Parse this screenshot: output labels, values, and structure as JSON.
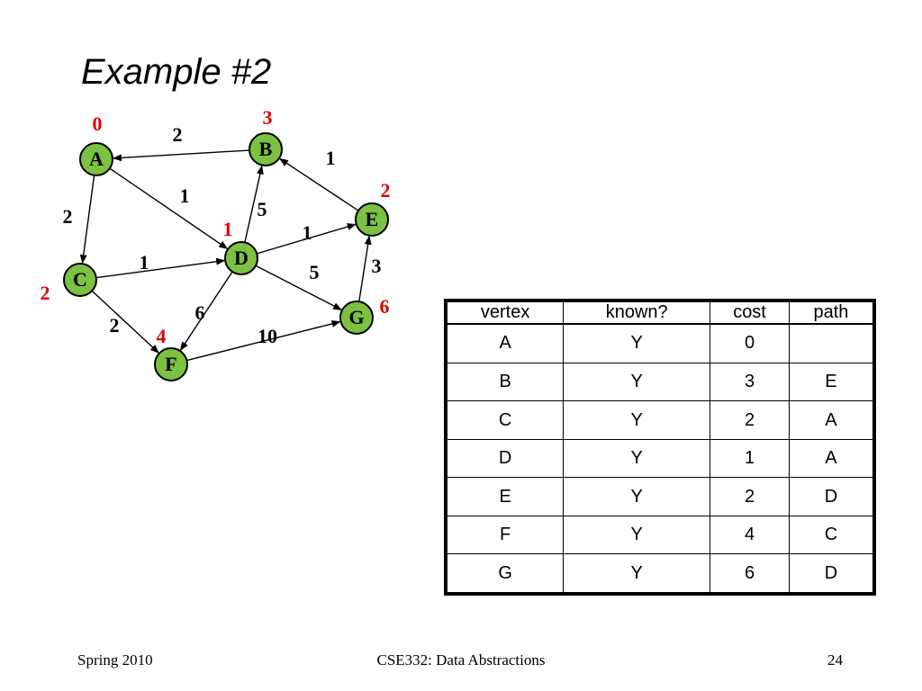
{
  "title": "Example #2",
  "colors": {
    "node_fill": "#7cc142",
    "cost_label": "#e00000",
    "edge": "#000000"
  },
  "graph": {
    "nodes": [
      {
        "id": "A",
        "label": "A",
        "cost": "0"
      },
      {
        "id": "B",
        "label": "B",
        "cost": "3"
      },
      {
        "id": "C",
        "label": "C",
        "cost": "2"
      },
      {
        "id": "D",
        "label": "D",
        "cost": "1"
      },
      {
        "id": "E",
        "label": "E",
        "cost": "2"
      },
      {
        "id": "F",
        "label": "F",
        "cost": "4"
      },
      {
        "id": "G",
        "label": "G",
        "cost": "6"
      }
    ],
    "edges": [
      {
        "from": "B",
        "to": "A",
        "weight": "2"
      },
      {
        "from": "A",
        "to": "C",
        "weight": "2"
      },
      {
        "from": "A",
        "to": "D",
        "weight": "1"
      },
      {
        "from": "D",
        "to": "B",
        "weight": "5"
      },
      {
        "from": "E",
        "to": "B",
        "weight": "1"
      },
      {
        "from": "C",
        "to": "D",
        "weight": "1"
      },
      {
        "from": "D",
        "to": "E",
        "weight": "1"
      },
      {
        "from": "D",
        "to": "G",
        "weight": "5"
      },
      {
        "from": "G",
        "to": "E",
        "weight": "3"
      },
      {
        "from": "C",
        "to": "F",
        "weight": "2"
      },
      {
        "from": "D",
        "to": "F",
        "weight": "6"
      },
      {
        "from": "F",
        "to": "G",
        "weight": "10"
      }
    ]
  },
  "table": {
    "headers": [
      "vertex",
      "known?",
      "cost",
      "path"
    ],
    "rows": [
      [
        "A",
        "Y",
        "0",
        ""
      ],
      [
        "B",
        "Y",
        "3",
        "E"
      ],
      [
        "C",
        "Y",
        "2",
        "A"
      ],
      [
        "D",
        "Y",
        "1",
        "A"
      ],
      [
        "E",
        "Y",
        "2",
        "D"
      ],
      [
        "F",
        "Y",
        "4",
        "C"
      ],
      [
        "G",
        "Y",
        "6",
        "D"
      ]
    ]
  },
  "footer": {
    "left": "Spring 2010",
    "center": "CSE332: Data Abstractions",
    "right": "24"
  }
}
